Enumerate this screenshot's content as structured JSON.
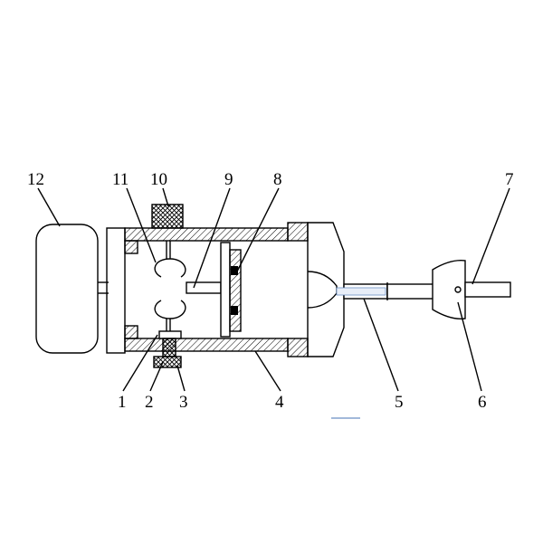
{
  "diagram": {
    "callouts": [
      {
        "id": "c1",
        "text": "1"
      },
      {
        "id": "c2",
        "text": "2"
      },
      {
        "id": "c3",
        "text": "3"
      },
      {
        "id": "c4",
        "text": "4"
      },
      {
        "id": "c5",
        "text": "5"
      },
      {
        "id": "c6",
        "text": "6"
      },
      {
        "id": "c7",
        "text": "7"
      },
      {
        "id": "c8",
        "text": "8"
      },
      {
        "id": "c9",
        "text": "9"
      },
      {
        "id": "c10",
        "text": "10"
      },
      {
        "id": "c11",
        "text": "11"
      },
      {
        "id": "c12",
        "text": "12"
      }
    ]
  },
  "colors": {
    "line": "#000000",
    "background": "#ffffff",
    "watermark": "#6a8fc4"
  }
}
